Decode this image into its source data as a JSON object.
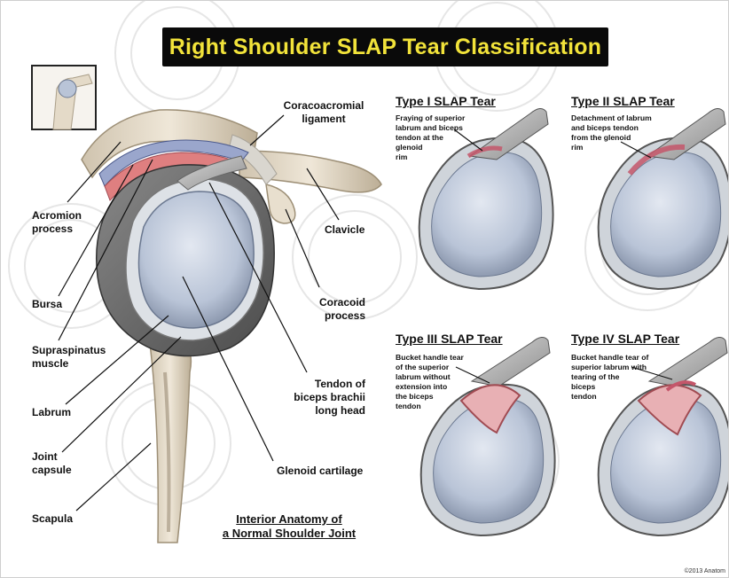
{
  "title": "Right Shoulder SLAP Tear Classification",
  "main_labels": {
    "coracoacromial": "Coracoacromial\nligament",
    "acromion": "Acromion\nprocess",
    "bursa": "Bursa",
    "supraspinatus": "Supraspinatus\nmuscle",
    "labrum": "Labrum",
    "joint_capsule": "Joint\ncapsule",
    "scapula": "Scapula",
    "clavicle": "Clavicle",
    "coracoid": "Coracoid\nprocess",
    "biceps_tendon": "Tendon of\nbiceps brachii\nlong head",
    "glenoid_cartilage": "Glenoid cartilage"
  },
  "subtitle": "Interior Anatomy of\na Normal Shoulder Joint",
  "types": [
    {
      "title": "Type I SLAP Tear",
      "desc": "Fraying of superior\nlabrum and biceps\ntendon at the\nglenoid\nrim"
    },
    {
      "title": "Type II SLAP Tear",
      "desc": "Detachment of labrum\nand biceps tendon\nfrom the glenoid\nrim"
    },
    {
      "title": "Type III SLAP Tear",
      "desc": "Bucket handle tear\nof the superior\nlabrum without\nextension into\nthe biceps\ntendon"
    },
    {
      "title": "Type IV SLAP Tear",
      "desc": "Bucket handle tear of\nsuperior labrum with\ntearing of the\nbiceps\ntendon"
    }
  ],
  "copyright": "©2013 Anatom",
  "colors": {
    "title_bg": "#0a0a0a",
    "title_text": "#f2e33a",
    "cartilage": "#b8c3d6",
    "tear": "#c4566a"
  }
}
